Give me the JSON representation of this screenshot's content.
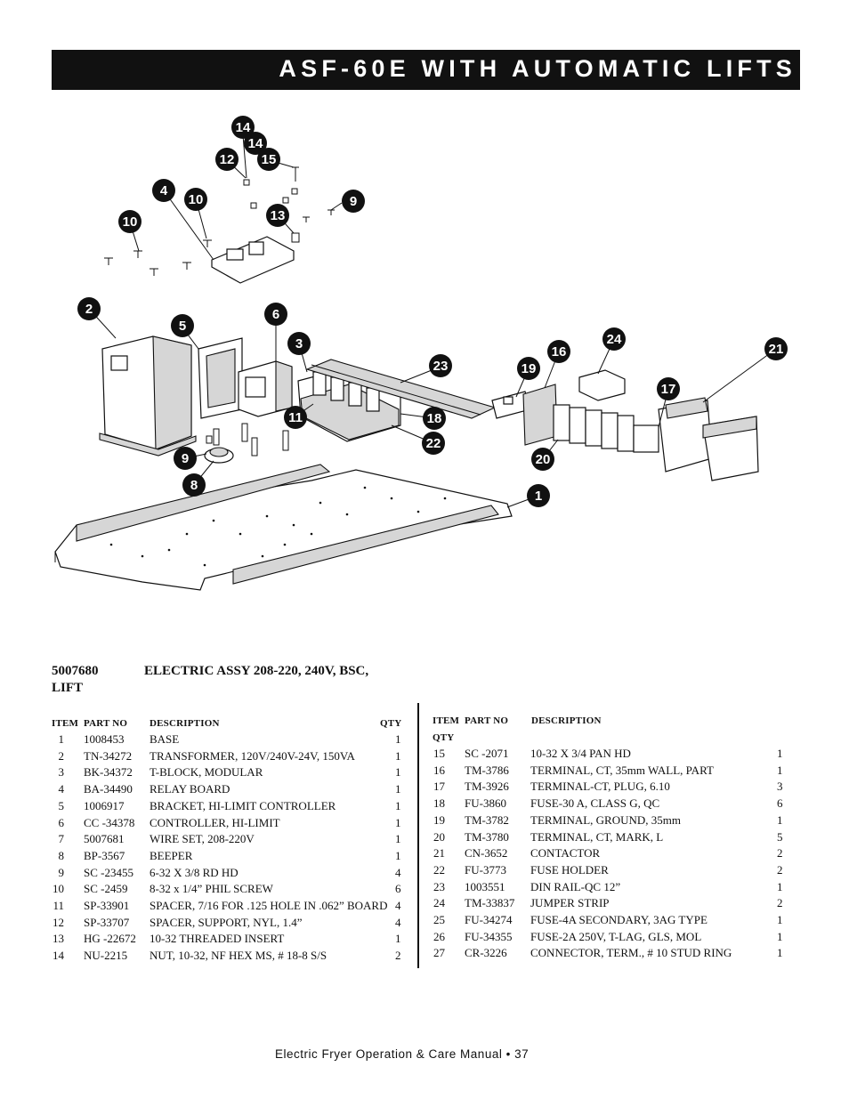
{
  "page_title": "ASF-60E WITH AUTOMATIC LIFTS",
  "diagram": {
    "callouts": [
      "14",
      "14",
      "12",
      "15",
      "4",
      "10",
      "9",
      "10",
      "13",
      "2",
      "5",
      "6",
      "3",
      "23",
      "11",
      "18",
      "22",
      "9",
      "8",
      "19",
      "16",
      "24",
      "21",
      "17",
      "20",
      "1"
    ]
  },
  "assembly": {
    "part_no": "5007680",
    "description": "ELECTRIC ASSY 208-220, 240V, BSC,",
    "description_cont": "LIFT"
  },
  "table_headers": {
    "item": "ITEM",
    "part_no": "PART NO",
    "description": "DESCRIPTION",
    "qty": "QTY"
  },
  "parts_left": [
    {
      "item": "1",
      "part_no": "1008453",
      "description": "BASE",
      "qty": "1"
    },
    {
      "item": "2",
      "part_no": "TN-34272",
      "description": "TRANSFORMER, 120V/240V-24V, 150VA",
      "qty": "1"
    },
    {
      "item": "3",
      "part_no": "BK-34372",
      "description": "T-BLOCK, MODULAR",
      "qty": "1"
    },
    {
      "item": "4",
      "part_no": "BA-34490",
      "description": "RELAY BOARD",
      "qty": "1"
    },
    {
      "item": "5",
      "part_no": "1006917",
      "description": "BRACKET, HI-LIMIT CONTROLLER",
      "qty": "1"
    },
    {
      "item": "6",
      "part_no": "CC -34378",
      "description": "CONTROLLER, HI-LIMIT",
      "qty": "1"
    },
    {
      "item": "7",
      "part_no": "5007681",
      "description": "WIRE SET, 208-220V",
      "qty": "1"
    },
    {
      "item": "8",
      "part_no": "BP-3567",
      "description": "BEEPER",
      "qty": "1"
    },
    {
      "item": "9",
      "part_no": "SC -23455",
      "description": "6-32 X 3/8 RD HD",
      "qty": "4"
    },
    {
      "item": "10",
      "part_no": "SC -2459",
      "description": "8-32 x 1/4” PHIL SCREW",
      "qty": "6"
    },
    {
      "item": "11",
      "part_no": "SP-33901",
      "description": "SPACER, 7/16 FOR .125 HOLE IN .062” BOARD",
      "qty": "4"
    },
    {
      "item": "12",
      "part_no": "SP-33707",
      "description": "SPACER, SUPPORT, NYL, 1.4”",
      "qty": "4"
    },
    {
      "item": "13",
      "part_no": "HG -22672",
      "description": "10-32 THREADED INSERT",
      "qty": "1"
    },
    {
      "item": "14",
      "part_no": "NU-2215",
      "description": "NUT, 10-32, NF HEX MS, # 18-8 S/S",
      "qty": "2"
    }
  ],
  "parts_right": [
    {
      "item": "15",
      "part_no": "SC -2071",
      "description": "10-32 X 3/4 PAN HD",
      "qty": "1"
    },
    {
      "item": "16",
      "part_no": "TM-3786",
      "description": "TERMINAL, CT, 35mm WALL, PART",
      "qty": "1"
    },
    {
      "item": "17",
      "part_no": "TM-3926",
      "description": "TERMINAL-CT, PLUG, 6.10",
      "qty": "3"
    },
    {
      "item": "18",
      "part_no": "FU-3860",
      "description": "FUSE-30 A, CLASS G, QC",
      "qty": "6"
    },
    {
      "item": "19",
      "part_no": "TM-3782",
      "description": "TERMINAL, GROUND, 35mm",
      "qty": "1"
    },
    {
      "item": "20",
      "part_no": "TM-3780",
      "description": "TERMINAL, CT, MARK, L",
      "qty": "5"
    },
    {
      "item": "21",
      "part_no": "CN-3652",
      "description": "CONTACTOR",
      "qty": "2"
    },
    {
      "item": "22",
      "part_no": "FU-3773",
      "description": "FUSE HOLDER",
      "qty": "2"
    },
    {
      "item": "23",
      "part_no": "1003551",
      "description": "DIN RAIL-QC 12”",
      "qty": "1"
    },
    {
      "item": "24",
      "part_no": "TM-33837",
      "description": "JUMPER STRIP",
      "qty": "2"
    },
    {
      "item": "25",
      "part_no": "FU-34274",
      "description": "FUSE-4A SECONDARY, 3AG TYPE",
      "qty": "1"
    },
    {
      "item": "26",
      "part_no": "FU-34355",
      "description": "FUSE-2A 250V, T-LAG, GLS, MOL",
      "qty": "1"
    },
    {
      "item": "27",
      "part_no": "CR-3226",
      "description": "CONNECTOR, TERM., # 10 STUD RING",
      "qty": "1"
    }
  ],
  "footer": "Electric Fryer Operation & Care Manual • 37"
}
